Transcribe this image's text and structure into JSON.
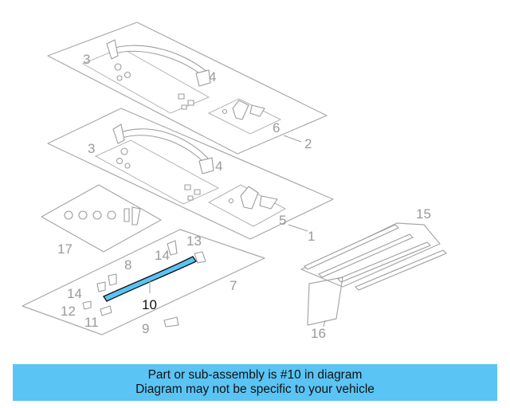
{
  "diagram": {
    "callouts": {
      "c1": "1",
      "c2": "2",
      "c3a": "3",
      "c3b": "3",
      "c4a": "4",
      "c4b": "4",
      "c5": "5",
      "c6": "6",
      "c7": "7",
      "c8": "8",
      "c9": "9",
      "c10": "10",
      "c11": "11",
      "c12": "12",
      "c13": "13",
      "c14a": "14",
      "c14b": "14",
      "c15": "15",
      "c16": "16",
      "c17": "17"
    },
    "highlight_color": "#5ac4f4"
  },
  "banner": {
    "line1": "Part or sub-assembly is #10 in diagram",
    "line2": "Diagram may not be specific to your vehicle",
    "background": "#5ac4f4"
  }
}
